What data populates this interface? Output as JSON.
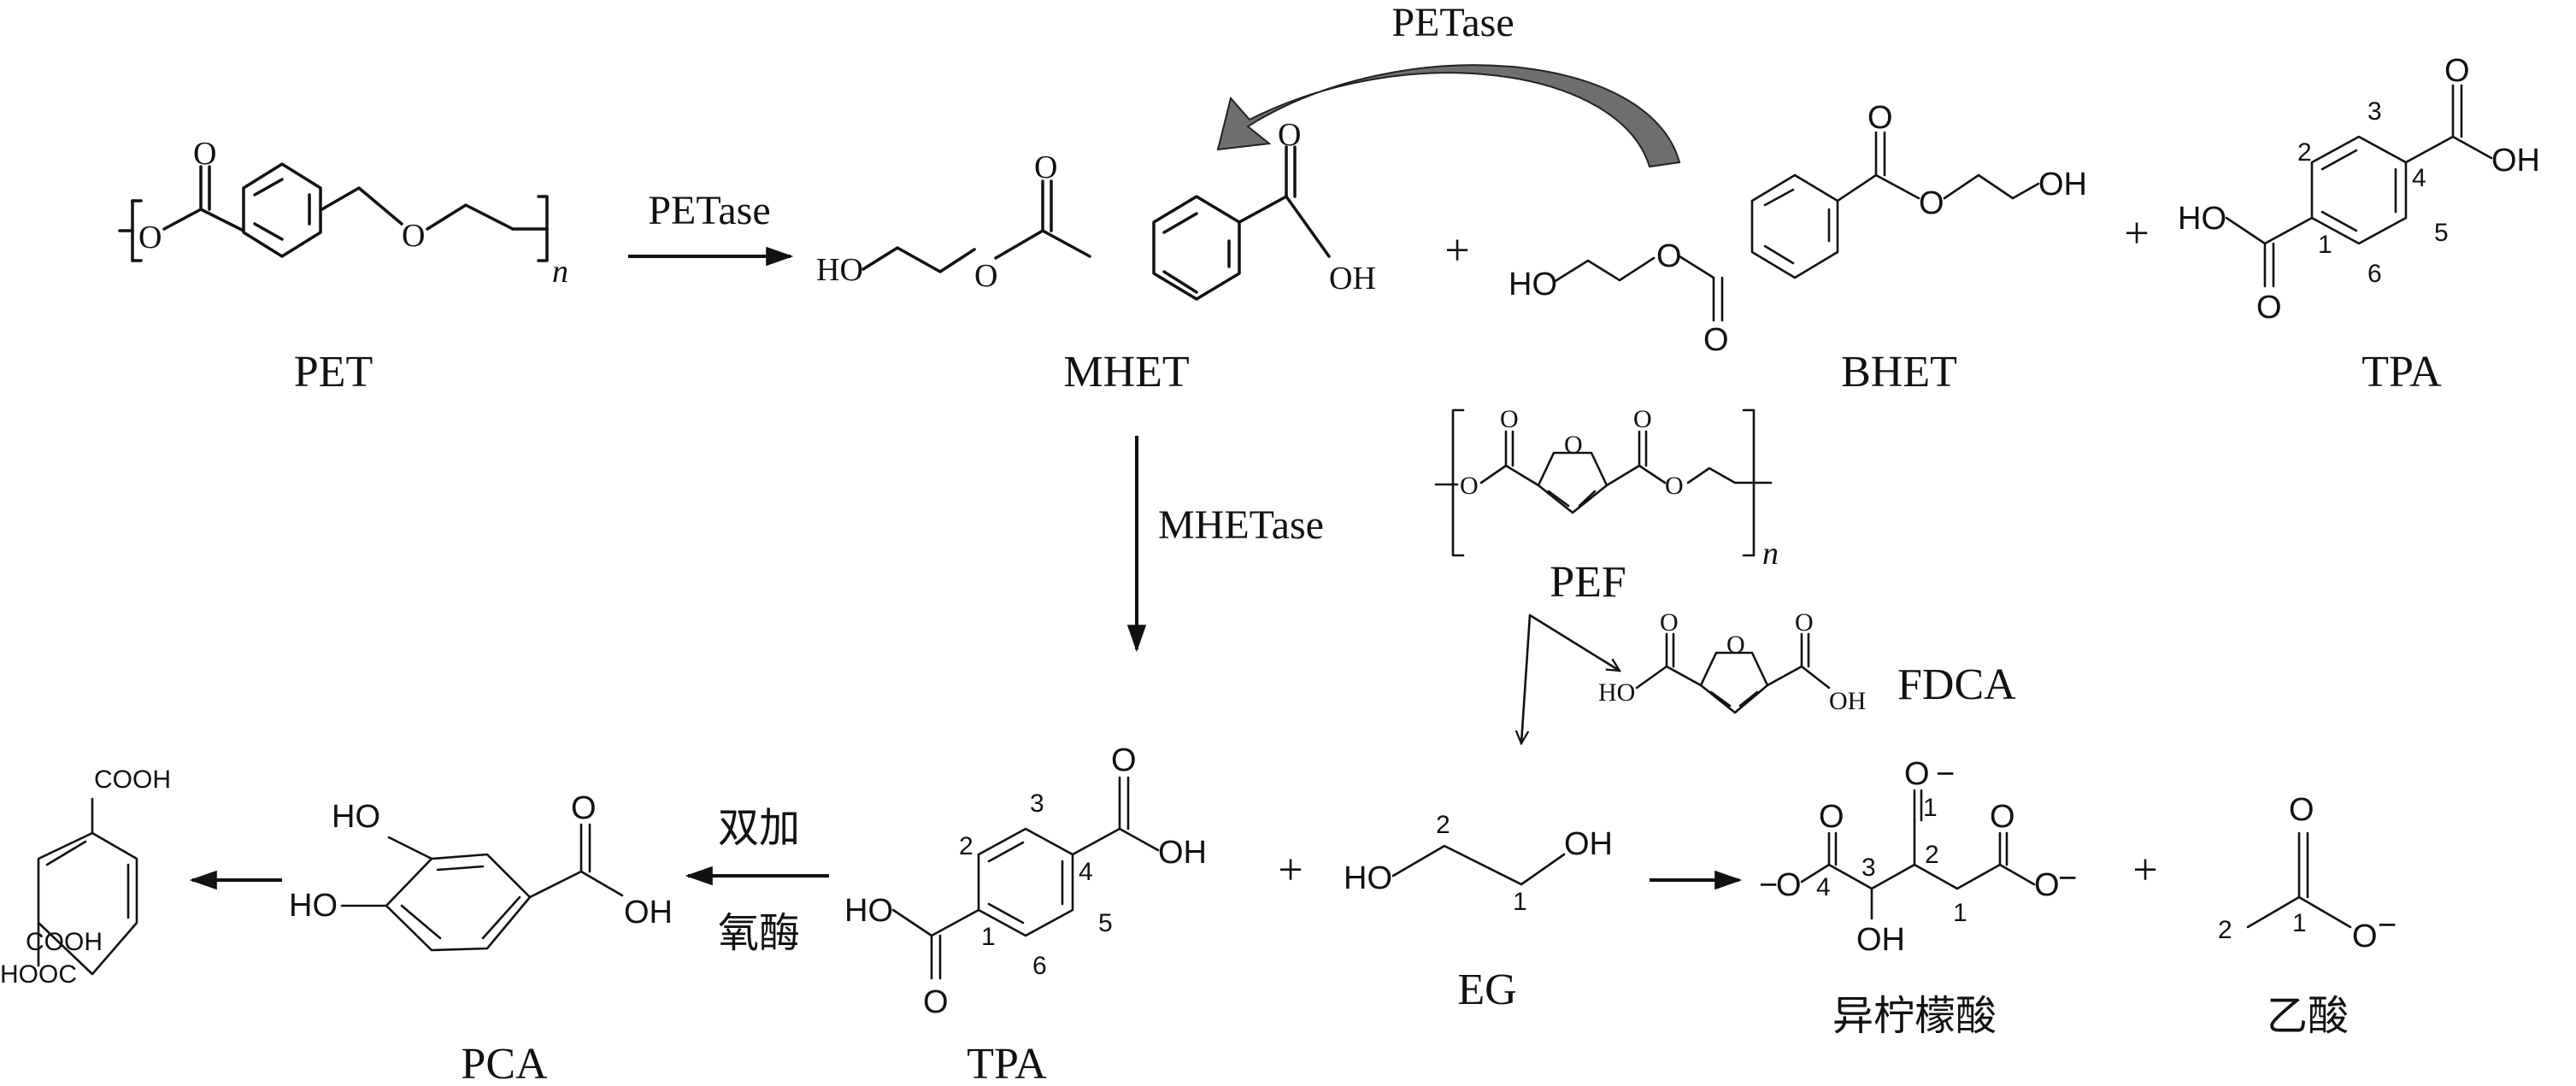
{
  "compounds": {
    "pet": {
      "name": "PET",
      "subscript": "n",
      "o": "O"
    },
    "mhet": {
      "name": "MHET",
      "ho": "HO",
      "oh": "OH",
      "o": "O"
    },
    "bhet": {
      "name": "BHET",
      "ho": "HO",
      "oh": "OH",
      "o": "O"
    },
    "tpa_top": {
      "name": "TPA",
      "ho": "HO",
      "oh": "OH",
      "o": "O",
      "positions": [
        "1",
        "2",
        "3",
        "4",
        "5",
        "6"
      ]
    },
    "pef": {
      "name": "PEF",
      "subscript": "n",
      "o": "O"
    },
    "fdca": {
      "name": "FDCA",
      "ho": "HO",
      "oh": "OH",
      "o": "O"
    },
    "tpa_bottom": {
      "name": "TPA",
      "ho": "HO",
      "oh": "OH",
      "o": "O",
      "positions": [
        "1",
        "2",
        "3",
        "4",
        "5",
        "6"
      ]
    },
    "pca": {
      "name": "PCA",
      "ho": "HO",
      "oh": "OH",
      "o": "O"
    },
    "muconate": {
      "cooh": "COOH",
      "hooc": "HOOC"
    },
    "eg": {
      "name": "EG",
      "ho": "HO",
      "oh": "OH",
      "positions": [
        "1",
        "2"
      ]
    },
    "isocitrate": {
      "name": "异柠檬酸",
      "oh": "OH",
      "o": "O",
      "minus": "−",
      "positions": [
        "1",
        "2",
        "3",
        "4",
        "1"
      ]
    },
    "acetate": {
      "name": "乙酸",
      "o": "O",
      "minus": "−",
      "positions": [
        "1",
        "2"
      ]
    }
  },
  "enzymes": {
    "petase_reaction": "PETase",
    "petase_recycle": "PETase",
    "mhetase": "MHETase",
    "dioxygenase_line1": "双加",
    "dioxygenase_line2": "氧酶"
  },
  "plus_sign": "+"
}
